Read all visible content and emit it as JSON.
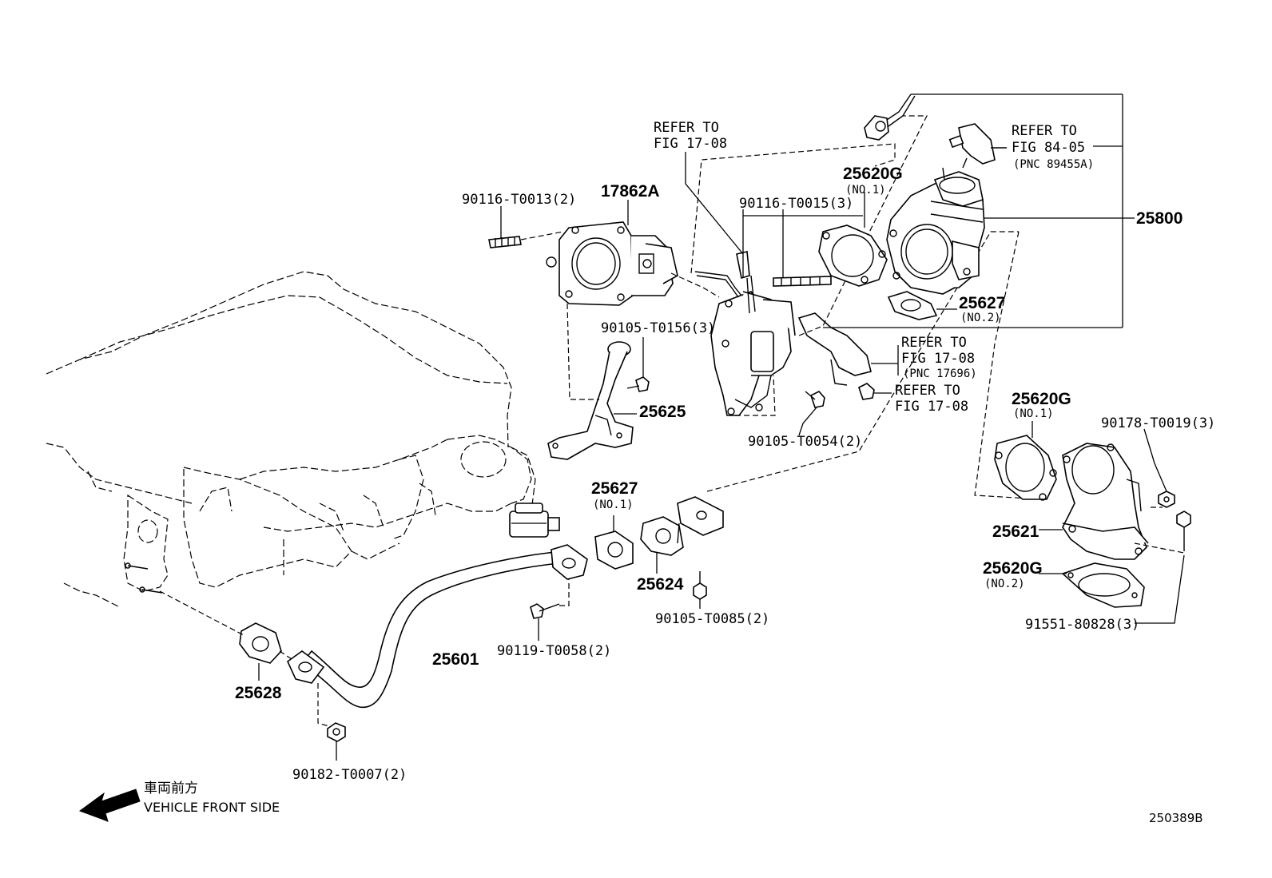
{
  "labels": {
    "p90116_t0013": "90116-T0013(2)",
    "p17862a": "17862A",
    "refer1_a": "REFER TO",
    "refer1_b": "FIG 17-08",
    "p25620g_1": "25620G",
    "p25620g_1_sub": "(NO.1)",
    "p90116_t0015": "90116-T0015(3)",
    "refer2_a": "REFER TO",
    "refer2_b": "FIG 84-05",
    "refer2_c": "(PNC 89455A)",
    "p25800": "25800",
    "p25627_2": "25627",
    "p25627_2_sub": "(NO.2)",
    "p90105_t0156": "90105-T0156(3)",
    "refer3_a": "REFER TO",
    "refer3_b": "FIG 17-08",
    "refer3_c": "(PNC 17696)",
    "refer4_a": "REFER TO",
    "refer4_b": "FIG 17-08",
    "p25625": "25625",
    "p90105_t0054": "90105-T0054(2)",
    "p25620g_1b": "25620G",
    "p25620g_1b_sub": "(NO.1)",
    "p90178_t0019": "90178-T0019(3)",
    "p25627_1": "25627",
    "p25627_1_sub": "(NO.1)",
    "p25621": "25621",
    "p25620g_2": "25620G",
    "p25620g_2_sub": "(NO.2)",
    "p25624": "25624",
    "p90105_t0085": "90105-T0085(2)",
    "p91551_80828": "91551-80828(3)",
    "p25601": "25601",
    "p90119_t0058": "90119-T0058(2)",
    "p25628": "25628",
    "p90182_t0007": "90182-T0007(2)",
    "front_jp": "車両前方",
    "front_en": "VEHICLE FRONT SIDE",
    "diagram_id": "250389B"
  }
}
